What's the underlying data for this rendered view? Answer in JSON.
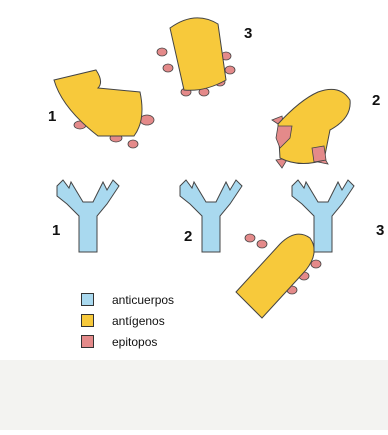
{
  "colors": {
    "antibody": "#a9d9ef",
    "antigen": "#f7c93b",
    "epitope": "#e48a8a",
    "outline": "#444444"
  },
  "antigens": [
    {
      "label": "1",
      "shape": "cut-corner"
    },
    {
      "label": "3",
      "shape": "rounded"
    },
    {
      "label": "2",
      "shape": "rounded-spiky"
    },
    {
      "label": "",
      "shape": "rounded"
    }
  ],
  "antibodies": [
    {
      "label": "1"
    },
    {
      "label": "2"
    },
    {
      "label": "3"
    }
  ],
  "legend": [
    {
      "label": "anticuerpos",
      "color_key": "antibody"
    },
    {
      "label": "antígenos",
      "color_key": "antigen"
    },
    {
      "label": "epitopos",
      "color_key": "epitope"
    }
  ]
}
